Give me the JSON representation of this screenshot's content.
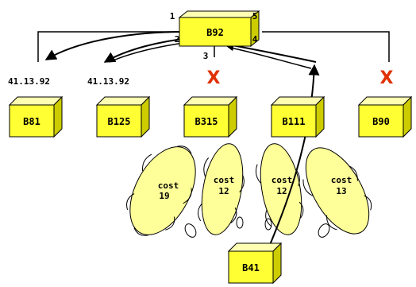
{
  "colors": {
    "box_front": "#ffff33",
    "box_top": "#ffffb3",
    "box_side": "#cccc00",
    "cloud": "#ffff99",
    "x_mark": "#e03000",
    "line": "#000000"
  },
  "center_router": {
    "label": "B92"
  },
  "ports": [
    "1",
    "2",
    "3",
    "4",
    "5"
  ],
  "routers": [
    {
      "label": "B81"
    },
    {
      "label": "B125"
    },
    {
      "label": "B315"
    },
    {
      "label": "B111"
    },
    {
      "label": "B90"
    }
  ],
  "addresses": [
    "41.13.92",
    "41.13.92"
  ],
  "blocked_marks": [
    "X",
    "X"
  ],
  "clouds": [
    {
      "cost_word": "cost",
      "cost_value": "19"
    },
    {
      "cost_word": "cost",
      "cost_value": "12"
    },
    {
      "cost_word": "cost",
      "cost_value": "12"
    },
    {
      "cost_word": "cost",
      "cost_value": "13"
    }
  ],
  "source_router": {
    "label": "B41"
  }
}
